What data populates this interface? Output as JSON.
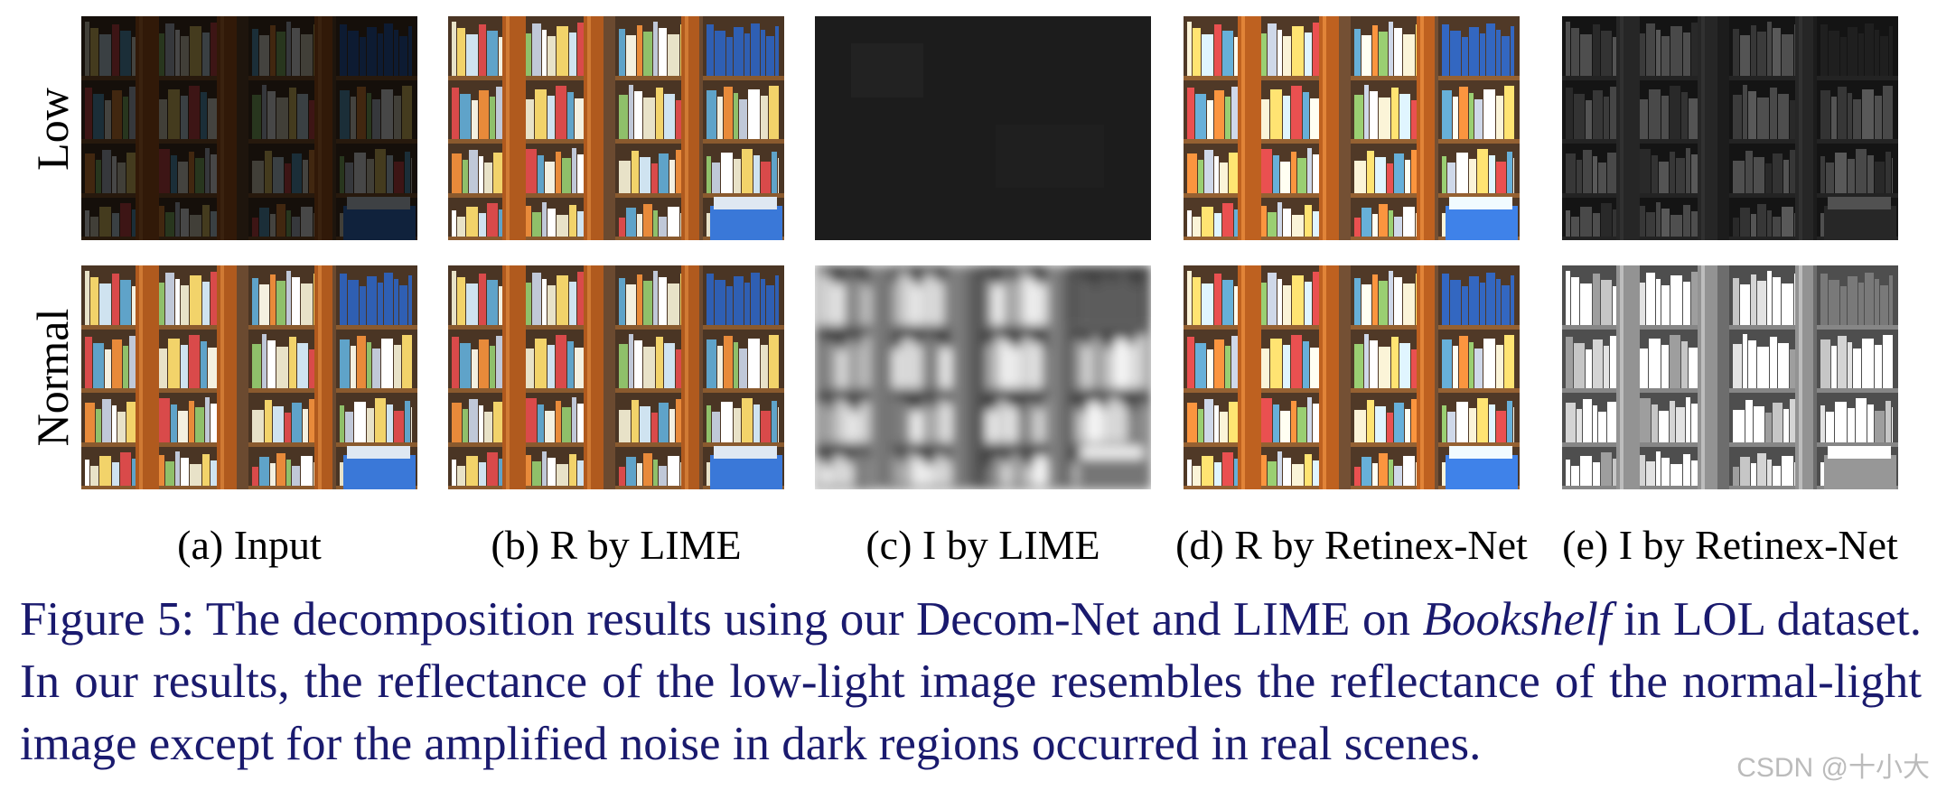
{
  "rows": [
    {
      "label": "Low"
    },
    {
      "label": "Normal"
    }
  ],
  "columns": [
    {
      "caption": "(a) Input"
    },
    {
      "caption": "(b) R by LIME"
    },
    {
      "caption": "(c) I by LIME"
    },
    {
      "caption": "(d) R by Retinex-Net"
    },
    {
      "caption": "(e) I by Retinex-Net"
    }
  ],
  "caption": {
    "prefix": "Figure 5: The decomposition results using our Decom-Net and LIME on ",
    "emph": "Bookshelf",
    "suffix": " in LOL dataset. In our results, the reflectance of the low-light image resembles the reflectance of the normal-light image except for the amplified noise in dark regions occurred in real scenes."
  },
  "watermark": "CSDN @十小大",
  "colors": {
    "caption_text": "#1a1a6e",
    "wood": "#a0521e",
    "binder_blue": "#2f5fb3"
  }
}
